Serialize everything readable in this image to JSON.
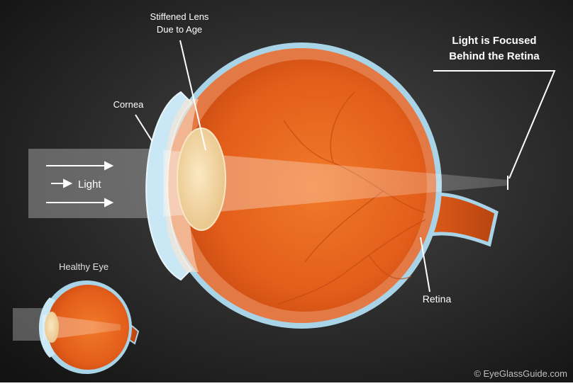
{
  "labels": {
    "lens": [
      "Stiffened Lens",
      "Due to Age"
    ],
    "cornea": "Cornea",
    "light": "Light",
    "focus": [
      "Light is Focused",
      "Behind the Retina"
    ],
    "retina": "Retina",
    "healthy_eye": "Healthy Eye",
    "copyright": "© EyeGlassGuide.com"
  },
  "colors": {
    "background": "#1e1e1e",
    "eye_inner": "#e8621c",
    "eye_outer": "#e37a45",
    "sclera_edge": "#a9d4e8",
    "lens": "#f2d6a6",
    "cornea": "#c9e7f5",
    "beam": "#fbe6c4",
    "label_text": "#ffffff"
  }
}
